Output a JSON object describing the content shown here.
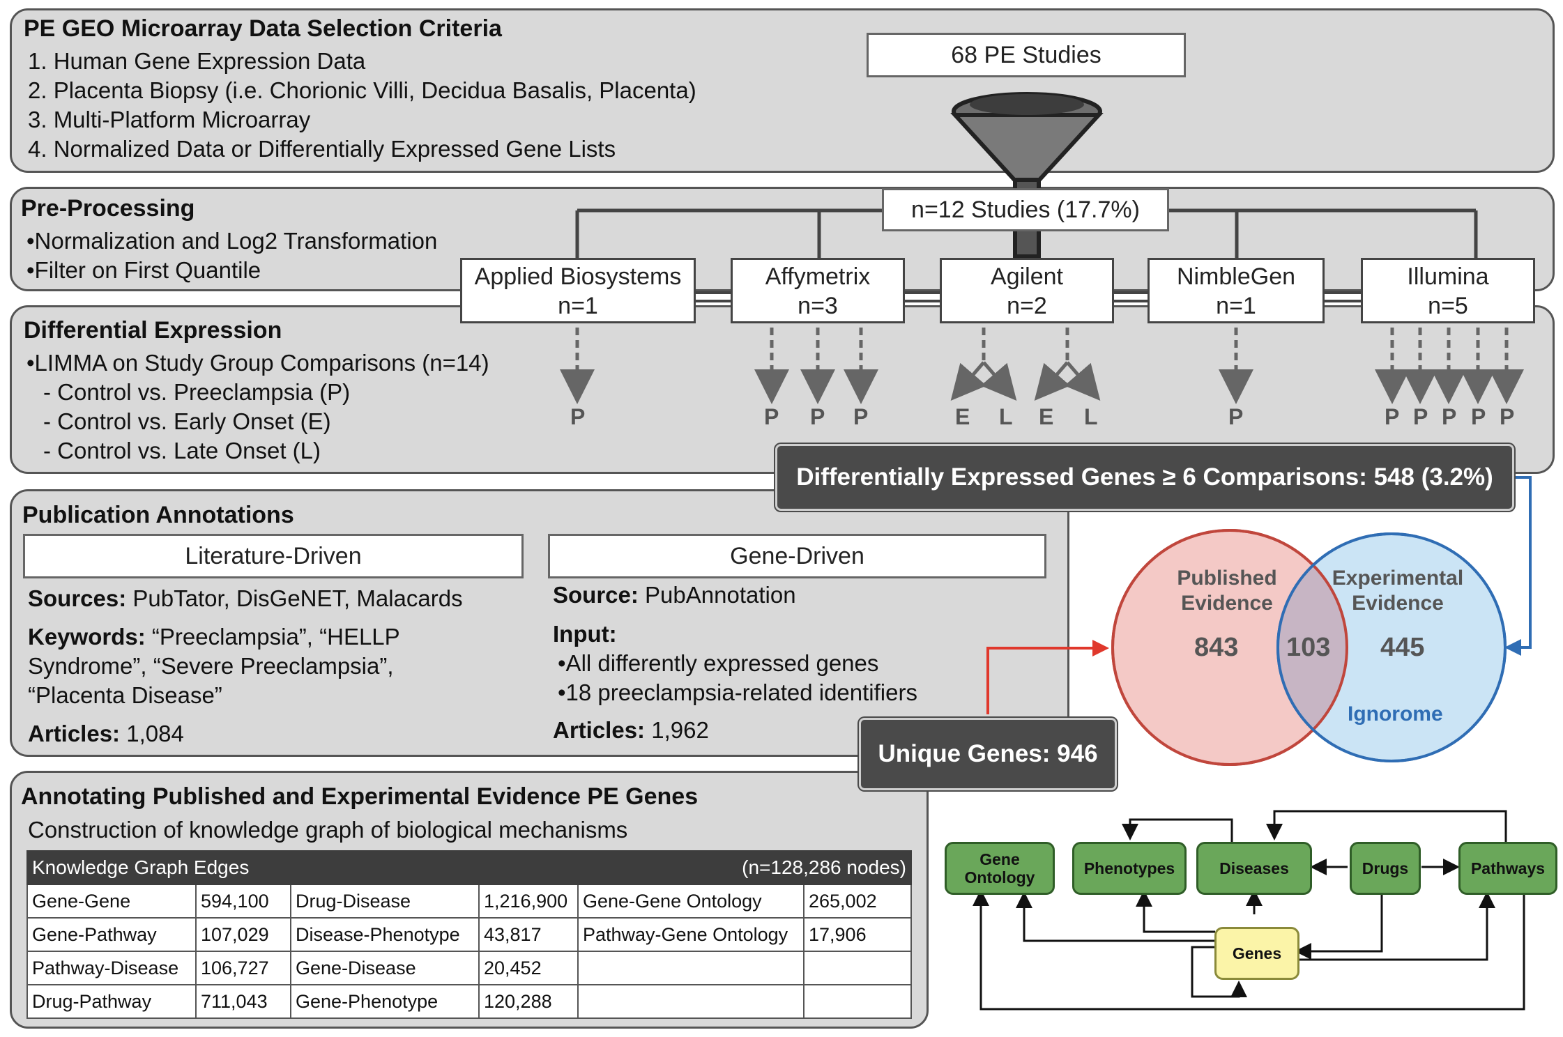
{
  "criteria": {
    "title": "PE GEO Microarray Data Selection Criteria",
    "items": [
      "1. Human Gene Expression Data",
      "2. Placenta Biopsy (i.e. Chorionic Villi, Decidua Basalis, Placenta)",
      "3. Multi-Platform Microarray",
      "4. Normalized Data or Differentially Expressed Gene Lists"
    ],
    "studies_box": "68 PE Studies"
  },
  "preprocessing": {
    "title": "Pre-Processing",
    "items": [
      "•Normalization and Log2 Transformation",
      "•Filter on First Quantile"
    ],
    "selected_box": "n=12 Studies (17.7%)"
  },
  "platforms": [
    {
      "name": "Applied Biosystems",
      "n": "n=1"
    },
    {
      "name": "Affymetrix",
      "n": "n=3"
    },
    {
      "name": "Agilent",
      "n": "n=2"
    },
    {
      "name": "NimbleGen",
      "n": "n=1"
    },
    {
      "name": "Illumina",
      "n": "n=5"
    }
  ],
  "diffexp": {
    "title": "Differential Expression",
    "items": [
      "•LIMMA on Study Group Comparisons (n=14)",
      "- Control vs. Preeclampsia (P)",
      "- Control vs. Early Onset (E)",
      "- Control vs. Late Onset (L)"
    ],
    "outputs": {
      "applied": [
        "P"
      ],
      "affymetrix": [
        "P",
        "P",
        "P"
      ],
      "agilent": [
        "E",
        "L",
        "E",
        "L"
      ],
      "nimblegen": [
        "P"
      ],
      "illumina": [
        "P",
        "P",
        "P",
        "P",
        "P"
      ]
    },
    "summary_box": "Differentially Expressed Genes ≥ 6 Comparisons: 548 (3.2%)"
  },
  "publication": {
    "title": "Publication Annotations",
    "literature": {
      "header": "Literature-Driven",
      "sources_label": "Sources:",
      "sources_value": " PubTator, DisGeNET, Malacards",
      "keywords_label": "Keywords:",
      "keywords_line1": "  “Preeclampsia”, “HELLP",
      "keywords_line2": "Syndrome”,  “Severe Preeclampsia”,",
      "keywords_line3": "“Placenta Disease”",
      "articles_label": "Articles:",
      "articles_value": " 1,084"
    },
    "gene": {
      "header": "Gene-Driven",
      "source_label": "Source:",
      "source_value": " PubAnnotation",
      "input_label": "Input:",
      "input_items": [
        "•All differently expressed genes",
        "•18 preeclampsia-related identifiers"
      ],
      "articles_label": "Articles:",
      "articles_value": " 1,962"
    },
    "unique_box": "Unique Genes: 946"
  },
  "venn": {
    "left_label_1": "Published",
    "left_label_2": "Evidence",
    "right_label_1": "Experimental",
    "right_label_2": "Evidence",
    "left_value": "843",
    "overlap_value": "103",
    "right_value": "445",
    "ignorome": "Ignorome",
    "colors": {
      "left_fill": "#f4c9c6",
      "left_stroke": "#c0463c",
      "right_fill": "#c2dff3",
      "right_stroke": "#2f6db4"
    }
  },
  "annotating": {
    "title": "Annotating Published and Experimental Evidence PE Genes",
    "subtitle": "Construction of knowledge graph of biological mechanisms",
    "table": {
      "header_left": "Knowledge Graph Edges",
      "header_right": "(n=128,286 nodes)",
      "rows": [
        [
          "Gene-Gene",
          "594,100",
          "Drug-Disease",
          "1,216,900",
          "Gene-Gene Ontology",
          "265,002"
        ],
        [
          "Gene-Pathway",
          "107,029",
          "Disease-Phenotype",
          "43,817",
          "Pathway-Gene Ontology",
          "17,906"
        ],
        [
          "Pathway-Disease",
          "106,727",
          "Gene-Disease",
          "20,452",
          "",
          ""
        ],
        [
          "Drug-Pathway",
          "711,043",
          "Gene-Phenotype",
          "120,288",
          "",
          ""
        ]
      ]
    }
  },
  "graph": {
    "nodes": {
      "gene_ontology_1": "Gene",
      "gene_ontology_2": "Ontology",
      "phenotypes": "Phenotypes",
      "diseases": "Diseases",
      "drugs": "Drugs",
      "pathways": "Pathways",
      "genes": "Genes"
    },
    "colors": {
      "node": "#6aa75a",
      "genes": "#fbf4a8"
    }
  }
}
